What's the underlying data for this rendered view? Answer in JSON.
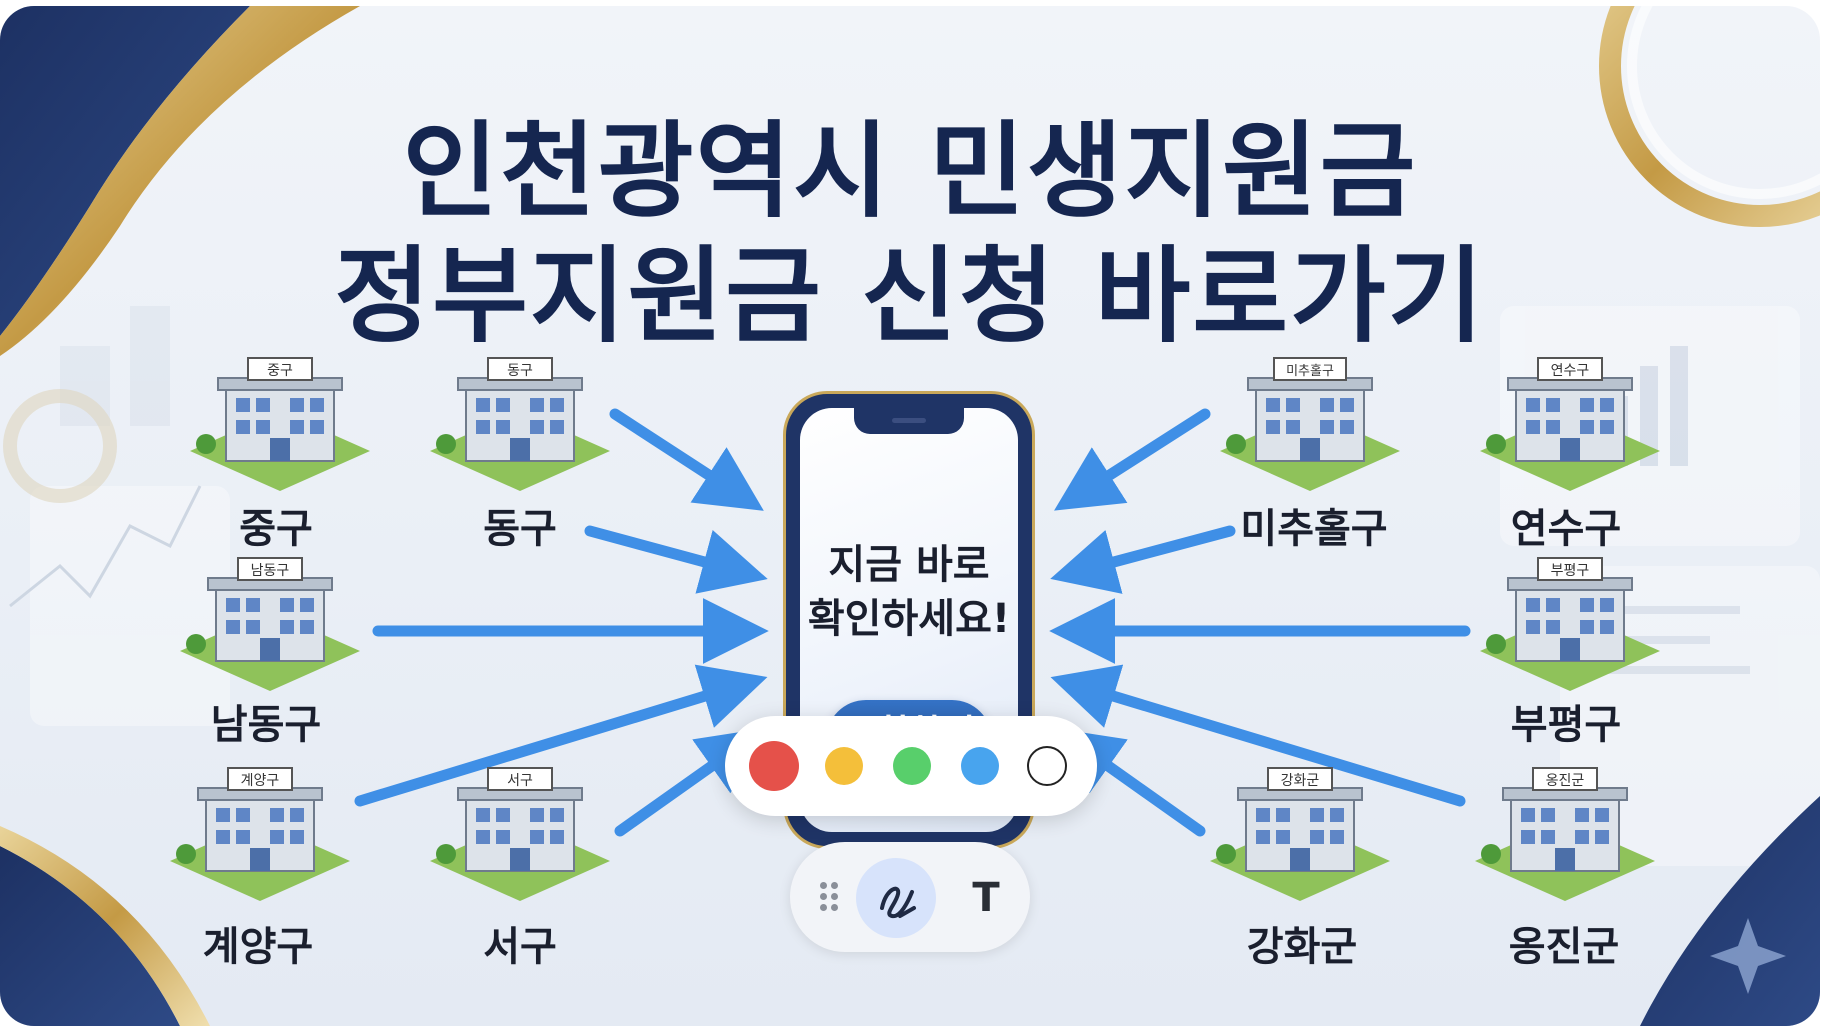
{
  "title": {
    "line1": "인천광역시 민생지원금",
    "line2": "정부지원금 신청 바로가기"
  },
  "districts": {
    "junggu": "중구",
    "donggu": "동구",
    "namdonggu": "남동구",
    "gyeyanggu": "계양구",
    "seogu": "서구",
    "michuholgu": "미추홀구",
    "yeonsugu": "연수구",
    "bupyeonggu": "부평구",
    "ganghwagun": "강화군",
    "ongjingun": "옹진군"
  },
  "building_signs": {
    "junggu": "중구",
    "donggu": "동구",
    "namdonggu": "남동구",
    "gyeyanggu": "계양구",
    "seogu": "서구",
    "michuholgu": "미추홀구",
    "yeonsugu": "연수구",
    "bupyeonggu": "부평구",
    "ganghwagun": "강화군",
    "ongjingun": "옹진군"
  },
  "phone": {
    "message_line1": "지금 바로",
    "message_line2": "확인하세요!",
    "cta_label": "조회하기"
  },
  "palette": {
    "colors": [
      "#e5514a",
      "#f4bf3a",
      "#58cf6b",
      "#48a4ee",
      "#ffffff"
    ]
  },
  "toolbar": {
    "pen_icon": "squiggle-pen-icon",
    "text_label": "T"
  },
  "colors": {
    "title": "#152650",
    "navy": "#1f3466",
    "gold": "#c9a85a",
    "arrow": "#3f8fe6"
  }
}
